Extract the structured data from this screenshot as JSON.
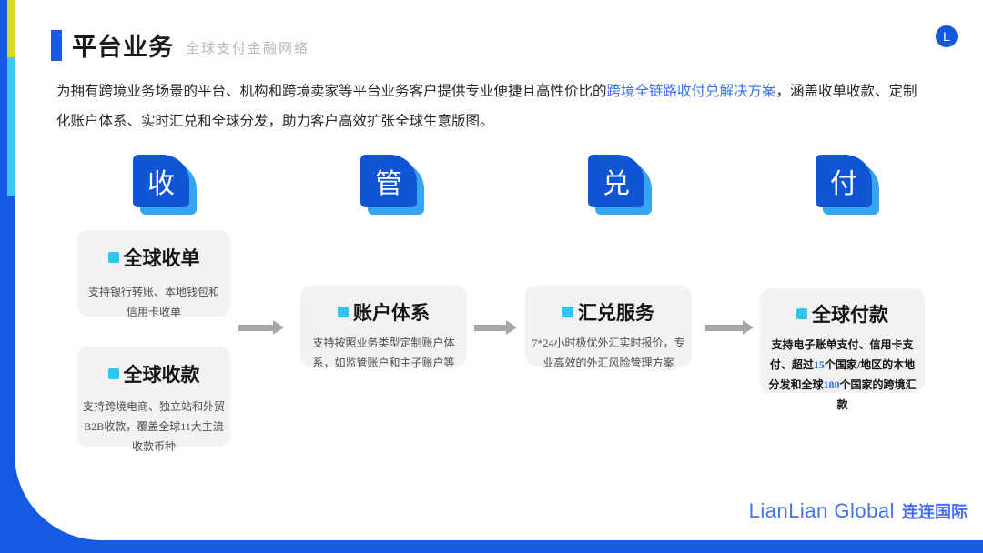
{
  "header": {
    "title": "平台业务",
    "subtitle": "全球支付金融网络",
    "logo_mark": "L"
  },
  "intro": {
    "part1": "为拥有跨境业务场景的平台、机构和跨境卖家等平台业务客户提供专业便捷且高性价比的",
    "highlight": "跨境全链路收付兑解决方案",
    "part2": "，涵盖收单收款、定制化账户体系、实时汇兑和全球分发，助力客户高效扩张全球生意版图。"
  },
  "steps": [
    {
      "label": "收"
    },
    {
      "label": "管"
    },
    {
      "label": "兑"
    },
    {
      "label": "付"
    }
  ],
  "cards": [
    {
      "title": "全球收单",
      "body": "支持银行转账、本地钱包和信用卡收单"
    },
    {
      "title": "全球收款",
      "body": "支持跨境电商、独立站和外贸B2B收款，覆盖全球11大主流收款币种"
    },
    {
      "title": "账户体系",
      "body": "支持按照业务类型定制账户体系，如监管账户和主子账户等"
    },
    {
      "title": "汇兑服务",
      "body": "7*24小时极优外汇实时报价，专业高效的外汇风险管理方案"
    },
    {
      "title": "全球付款",
      "body_parts": {
        "p1": "支持电子账单支付、信用卡支付、超过",
        "n1": "15",
        "p2": "个国家/地区的本地分发和全球",
        "n2": "180",
        "p3": "个国家的跨境汇款"
      }
    }
  ],
  "footer": {
    "brand_en": "LianLian Global",
    "brand_cn": "连连国际"
  },
  "colors": {
    "primary_blue": "#155AE0",
    "badge_blue": "#0F55D6",
    "badge_shadow_blue": "#36A5EF",
    "cyan_accent": "#3EC9F5",
    "yellow_accent": "#D6D929",
    "link_blue": "#3A6FF2",
    "card_bg": "#F2F2F2",
    "arrow_gray": "#A6A6A6",
    "brand_blue": "#4471F3"
  }
}
